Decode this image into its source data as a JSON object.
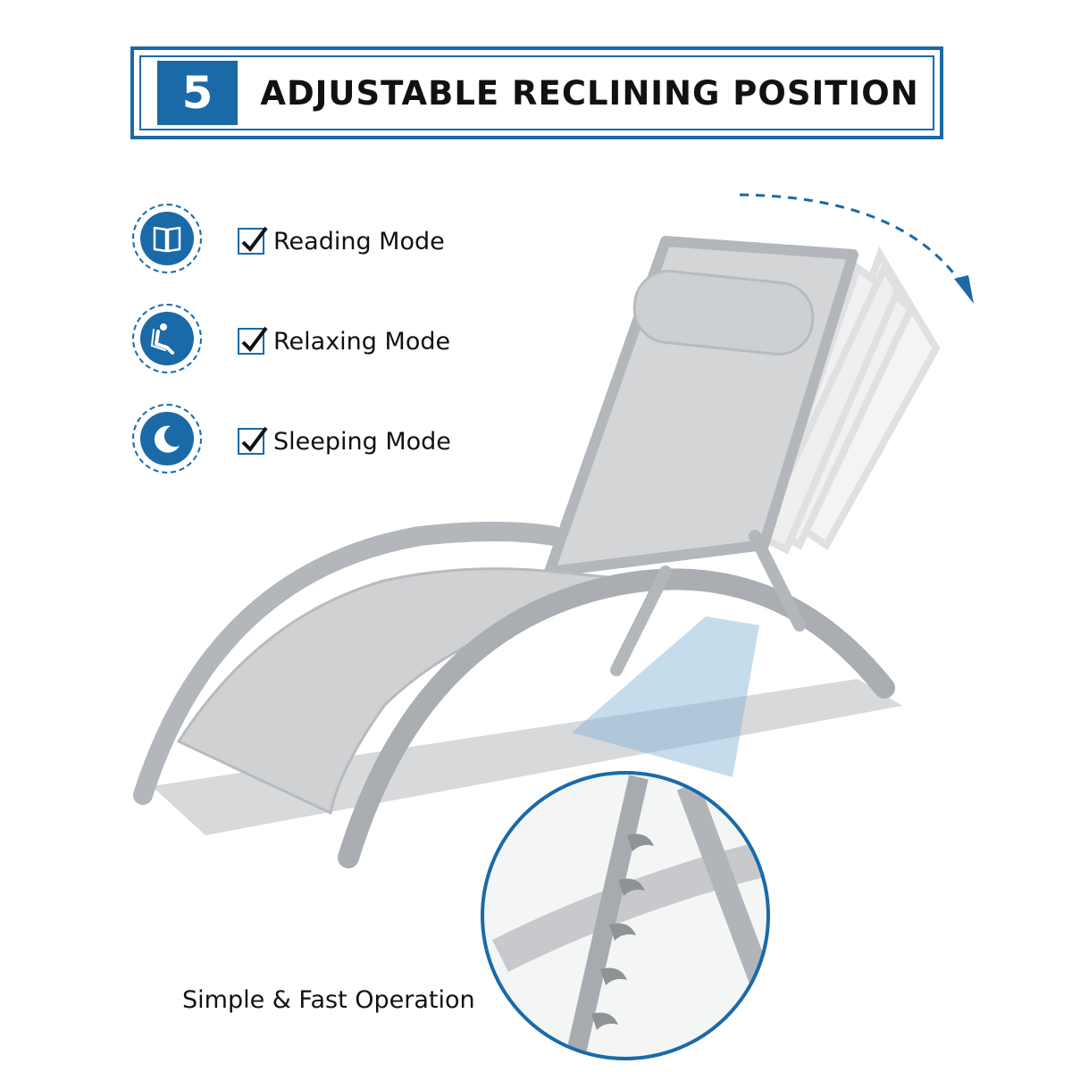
{
  "banner": {
    "number": "5",
    "title": "ADJUSTABLE RECLINING POSITION"
  },
  "modes": [
    {
      "label": "Reading Mode",
      "icon": "book-icon"
    },
    {
      "label": "Relaxing Mode",
      "icon": "reclining-person-icon"
    },
    {
      "label": "Sleeping Mode",
      "icon": "moon-icon"
    }
  ],
  "caption": "Simple & Fast Operation",
  "colors": {
    "accent": "#1a6aa8",
    "frame": "#b9bcc0",
    "fabric": "#cfd1d3"
  }
}
